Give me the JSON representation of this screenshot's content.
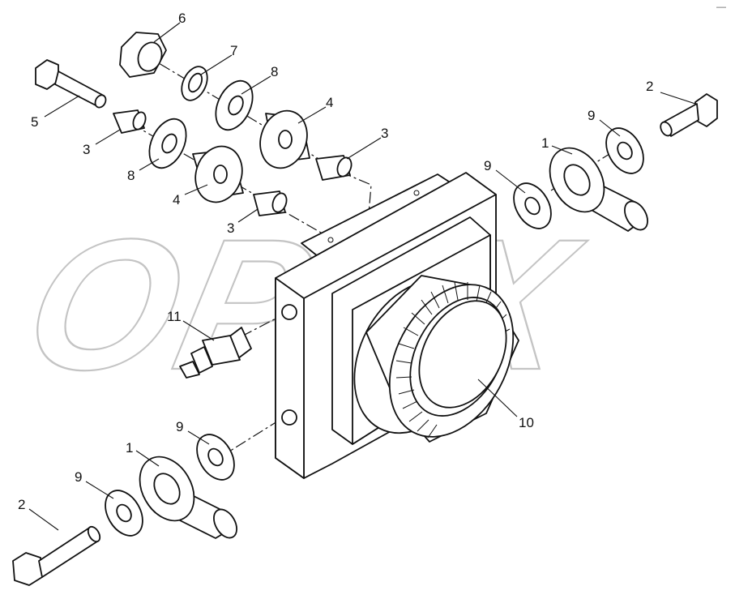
{
  "diagram": {
    "corner_mark": "—",
    "callouts": [
      {
        "id": "c6",
        "text": "6"
      },
      {
        "id": "c7",
        "text": "7"
      },
      {
        "id": "c8a",
        "text": "8"
      },
      {
        "id": "c4a",
        "text": "4"
      },
      {
        "id": "c5",
        "text": "5"
      },
      {
        "id": "c3a",
        "text": "3"
      },
      {
        "id": "c3b",
        "text": "3"
      },
      {
        "id": "c8b",
        "text": "8"
      },
      {
        "id": "c4b",
        "text": "4"
      },
      {
        "id": "c3c",
        "text": "3"
      },
      {
        "id": "c2a",
        "text": "2"
      },
      {
        "id": "c9a",
        "text": "9"
      },
      {
        "id": "c1a",
        "text": "1"
      },
      {
        "id": "c9b",
        "text": "9"
      },
      {
        "id": "c11",
        "text": "11"
      },
      {
        "id": "c10",
        "text": "10"
      },
      {
        "id": "c9c",
        "text": "9"
      },
      {
        "id": "c1b",
        "text": "1"
      },
      {
        "id": "c9d",
        "text": "9"
      },
      {
        "id": "c2b",
        "text": "2"
      }
    ],
    "watermark": {
      "text": "OPEX"
    }
  }
}
